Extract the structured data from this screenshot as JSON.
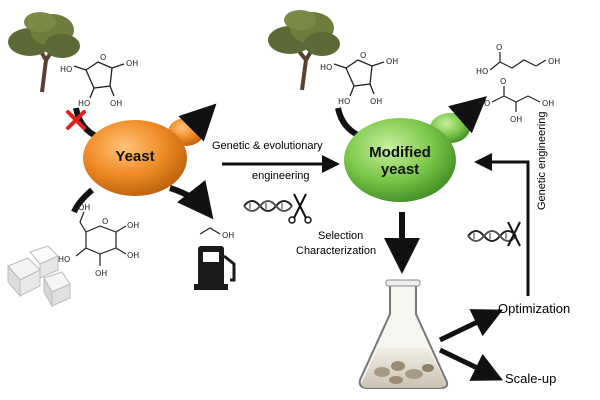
{
  "labels": {
    "yeast": "Yeast",
    "modified_yeast_line1": "Modified",
    "modified_yeast_line2": "yeast",
    "genetic_evolutionary": "Genetic & evolutionary",
    "engineering": "engineering",
    "selection": "Selection",
    "characterization": "Characterization",
    "optimization": "Optimization",
    "scale_up": "Scale-up",
    "genetic_engineering": "Genetic engineering"
  },
  "chem": {
    "oh": "OH",
    "ho": "HO",
    "o": "O"
  },
  "colors": {
    "yeast_fill": "#f08a24",
    "modified_yeast_fill": "#7cc84a",
    "arrow": "#111111",
    "blocked_cross": "#e02020",
    "tree_foliage": "#5b6a34",
    "tree_trunk": "#5a4030"
  },
  "icons": [
    "tree-icon",
    "xylose-icon",
    "glucose-icon",
    "sugar-cubes-icon",
    "ethanol-icon",
    "fuel-pump-icon",
    "dna-scissors-icon",
    "flask-icon",
    "acid-molecule-icon"
  ]
}
